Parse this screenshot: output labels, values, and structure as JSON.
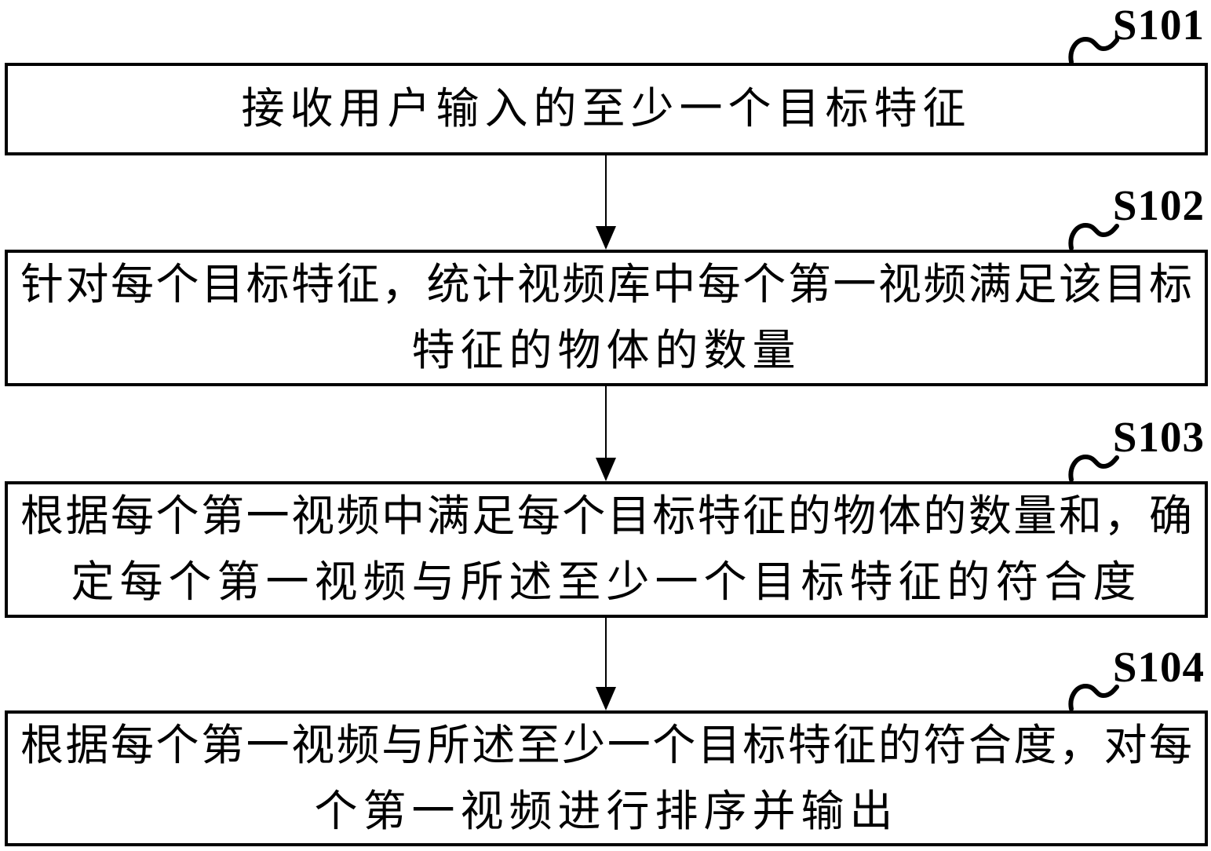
{
  "figure": {
    "kind": "flowchart",
    "ink_color": "#000000",
    "background_color": "#ffffff"
  },
  "steps": [
    {
      "id": "S101",
      "lines": [
        "接收用户输入的至少一个目标特征"
      ]
    },
    {
      "id": "S102",
      "lines": [
        "针对每个目标特征，统计视频库中每个第一视频满足该目标",
        "特征的物体的数量"
      ]
    },
    {
      "id": "S103",
      "lines": [
        "根据每个第一视频中满足每个目标特征的物体的数量和，确",
        "定每个第一视频与所述至少一个目标特征的符合度"
      ]
    },
    {
      "id": "S104",
      "lines": [
        "根据每个第一视频与所述至少一个目标特征的符合度，对每",
        "个第一视频进行排序并输出"
      ]
    }
  ]
}
